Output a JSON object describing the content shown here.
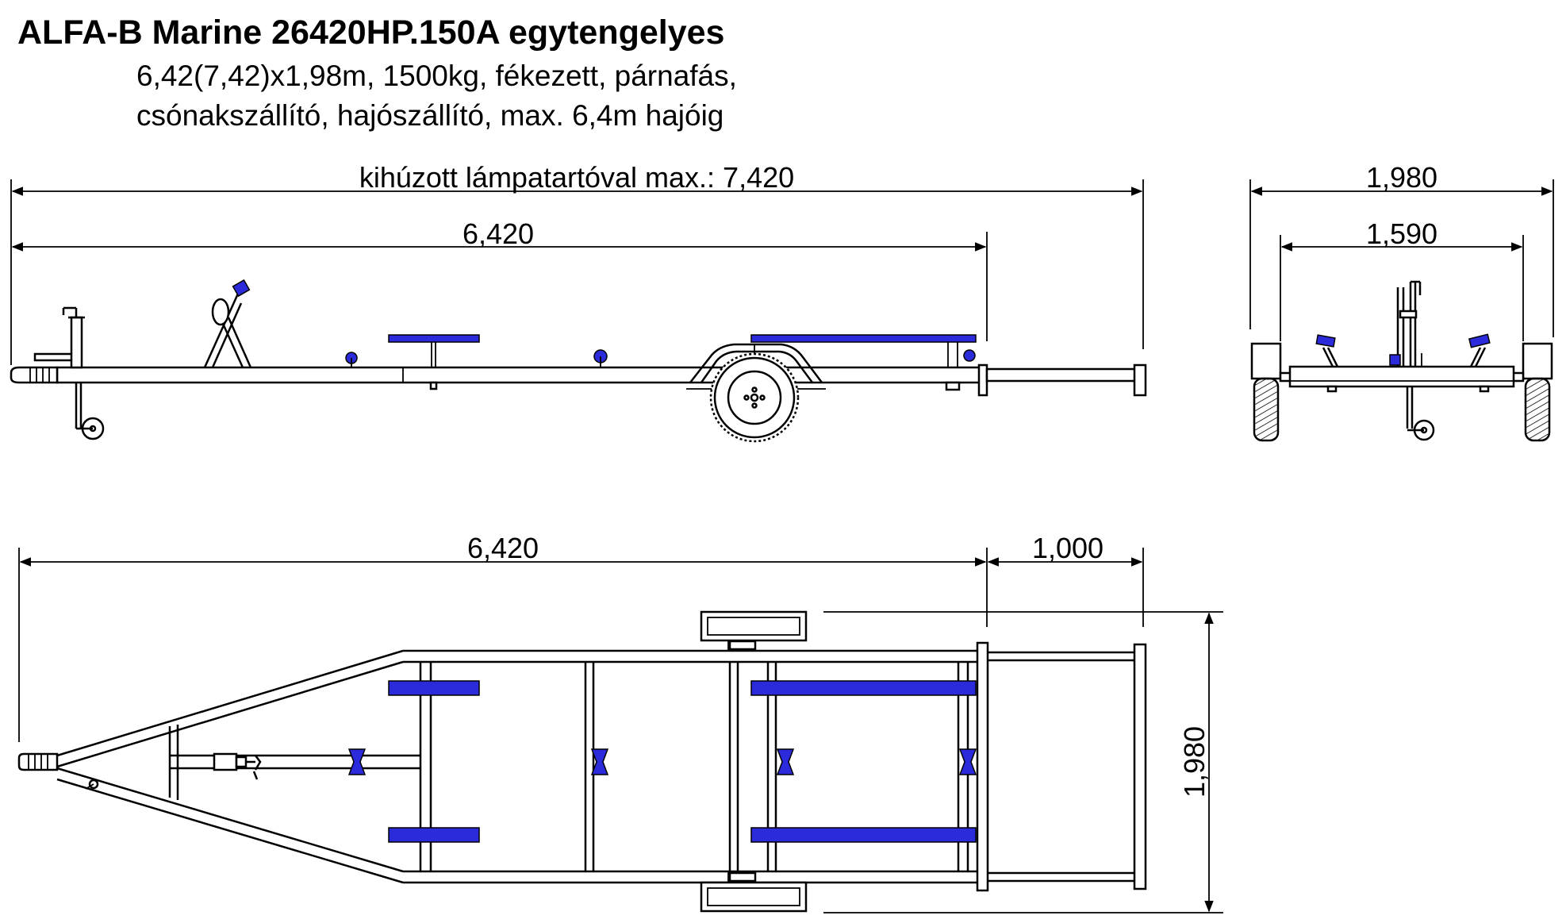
{
  "header": {
    "title": "ALFA-B Marine 26420HP.150A egytengelyes",
    "subtitle_line1": "6,42(7,42)x1,98m, 1500kg, fékezett, párnafás,",
    "subtitle_line2": "csónakszállító, hajószállító, max. 6,4m hajóig"
  },
  "side_view": {
    "dim_total_extended": "kihúzott lámpatartóval max.: 7,420",
    "dim_length": "6,420"
  },
  "rear_view": {
    "dim_width": "1,980",
    "dim_track": "1,590"
  },
  "top_view": {
    "dim_length": "6,420",
    "dim_extension": "1,000",
    "dim_width": "1,980"
  },
  "colors": {
    "bunk_pads": "#2b2bdc",
    "lines": "#000000",
    "background": "#ffffff"
  }
}
